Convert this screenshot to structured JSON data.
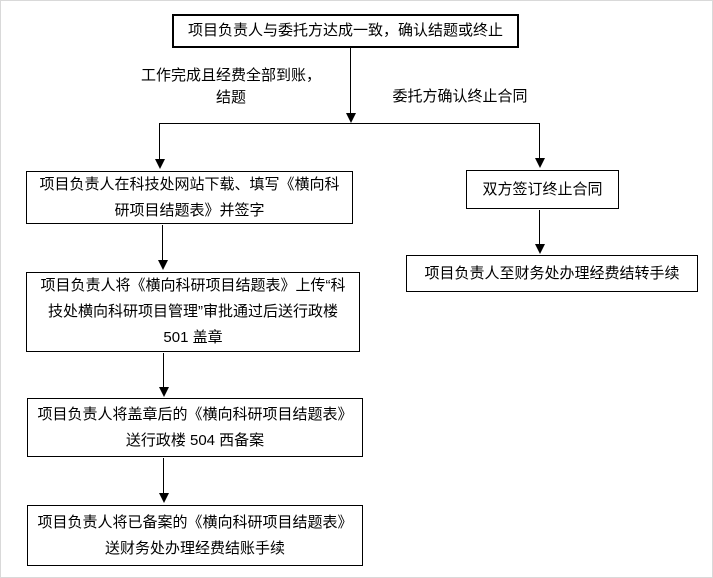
{
  "diagram": {
    "type": "flowchart",
    "colors": {
      "border": "#000000",
      "text": "#000000",
      "background": "#ffffff"
    },
    "nodes": {
      "top": {
        "lines": [
          "项目负责人与委托方达成一致，确认结题或终止"
        ]
      },
      "left1": {
        "lines": [
          "项目负责人在科技处网站下载、填写《横向科",
          "研项目结题表》并签字"
        ]
      },
      "left2": {
        "lines": [
          "项目负责人将《横向科研项目结题表》上传“科",
          "技处横向科研项目管理”审批通过后送行政楼",
          "501 盖章"
        ]
      },
      "left3": {
        "lines": [
          "项目负责人将盖章后的《横向科研项目结题表》",
          "送行政楼 504 西备案"
        ]
      },
      "left4": {
        "lines": [
          "项目负责人将已备案的《横向科研项目结题表》",
          "送财务处办理经费结账手续"
        ]
      },
      "right1": {
        "lines": [
          "双方签订终止合同"
        ]
      },
      "right2": {
        "lines": [
          "项目负责人至财务处办理经费结转手续"
        ]
      }
    },
    "edge_labels": {
      "left": {
        "lines": [
          "工作完成且经费全部到账，",
          "结题"
        ]
      },
      "right": {
        "lines": [
          "委托方确认终止合同"
        ]
      }
    },
    "edges": [
      {
        "from": "top",
        "to": "left1",
        "label": "工作完成且经费全部到账，结题"
      },
      {
        "from": "top",
        "to": "right1",
        "label": "委托方确认终止合同"
      },
      {
        "from": "left1",
        "to": "left2"
      },
      {
        "from": "left2",
        "to": "left3"
      },
      {
        "from": "left3",
        "to": "left4"
      },
      {
        "from": "right1",
        "to": "right2"
      }
    ]
  }
}
